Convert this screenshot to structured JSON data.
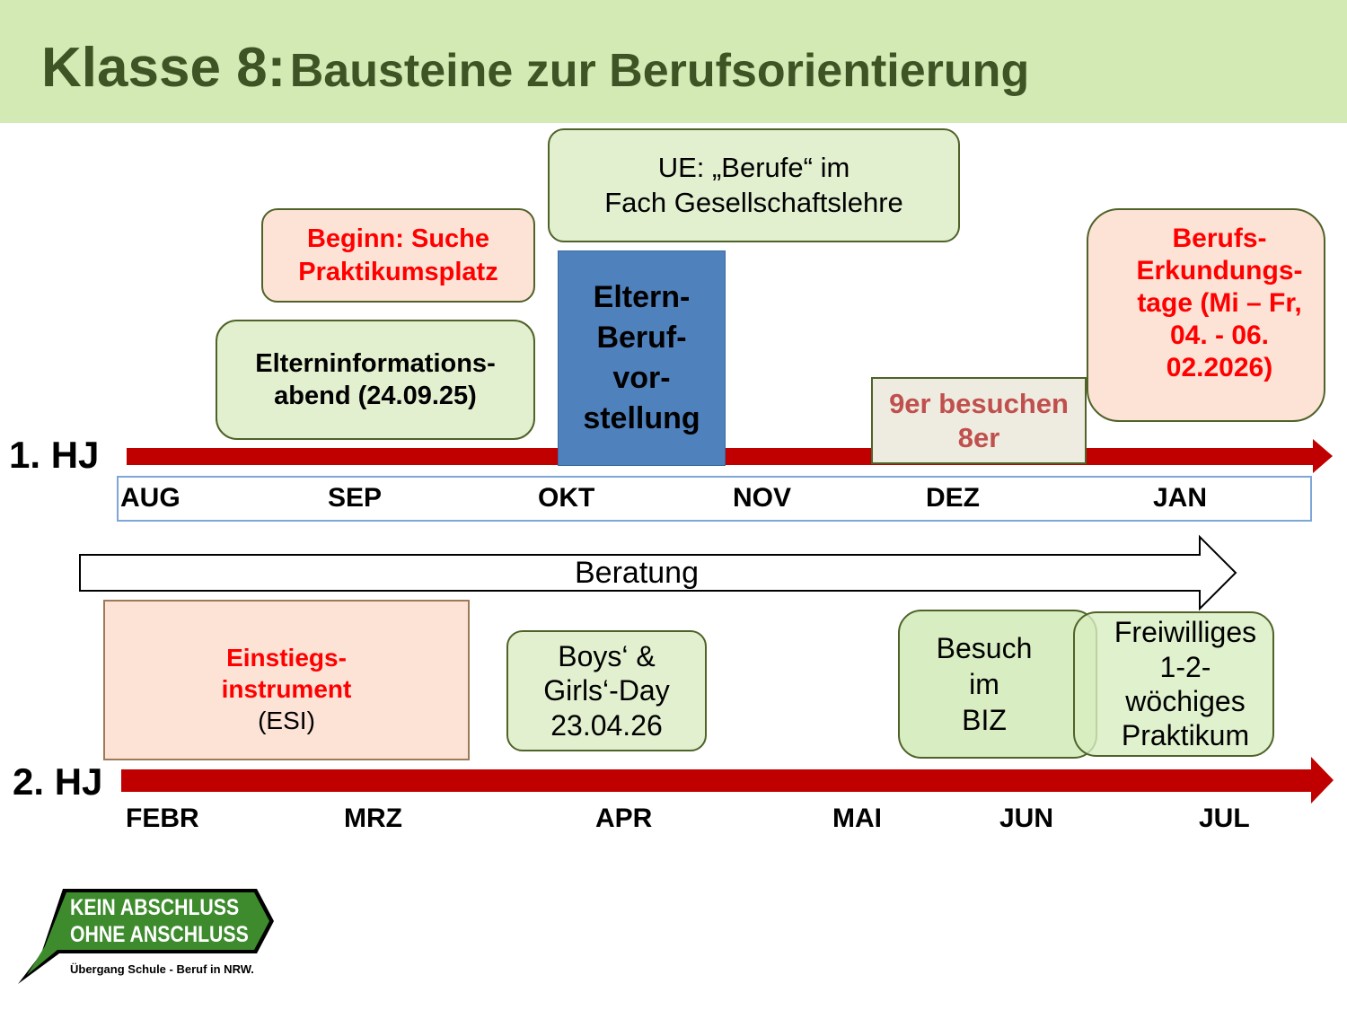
{
  "header": {
    "title_prefix": "Klasse 8:",
    "title_rest": "Bausteine zur Berufsorientierung"
  },
  "first_half": {
    "label": "1. HJ",
    "months": [
      "AUG",
      "SEP",
      "OKT",
      "NOV",
      "DEZ",
      "JAN"
    ],
    "events": {
      "ue": [
        "UE: „Berufe“ im",
        "Fach Gesellschaftslehre"
      ],
      "beginn": [
        "Beginn: Suche",
        "Praktikumsplatz"
      ],
      "elterninfo": [
        "Elterninformations-",
        "abend (24.09.25)"
      ],
      "eltern_beruf": [
        "Eltern-",
        "Beruf-",
        "vor-",
        "stellung"
      ],
      "berufserkundung": [
        "Berufs-",
        "Erkundungs-",
        "tage (Mi – Fr,",
        "04. - 06.",
        "02.2026)"
      ],
      "neuner": [
        "9er besuchen",
        "8er"
      ]
    }
  },
  "beratung": "Beratung",
  "second_half": {
    "label": "2. HJ",
    "months": [
      "FEBR",
      "MRZ",
      "APR",
      "MAI",
      "JUN",
      "JUL"
    ],
    "events": {
      "esi": [
        "Einstiegs-",
        "instrument",
        "(ESI)"
      ],
      "boys_girls": [
        "Boys‘ &",
        "Girls‘-Day",
        "23.04.26"
      ],
      "biz": [
        "Besuch",
        "im",
        "BIZ"
      ],
      "praktikum": [
        "Freiwilliges",
        "1-2-",
        "wöchiges",
        "Praktikum"
      ]
    }
  },
  "logo": {
    "line1": "KEIN ABSCHLUSS",
    "line2": "OHNE ANSCHLUSS",
    "sub": "Übergang Schule - Beruf in NRW."
  },
  "colors": {
    "header_bg": "#d3eab5",
    "arrow": "#c00000",
    "green_box": "#e2f0d0",
    "pink_box": "#fde2d6",
    "blue_box": "#4f81bd"
  }
}
